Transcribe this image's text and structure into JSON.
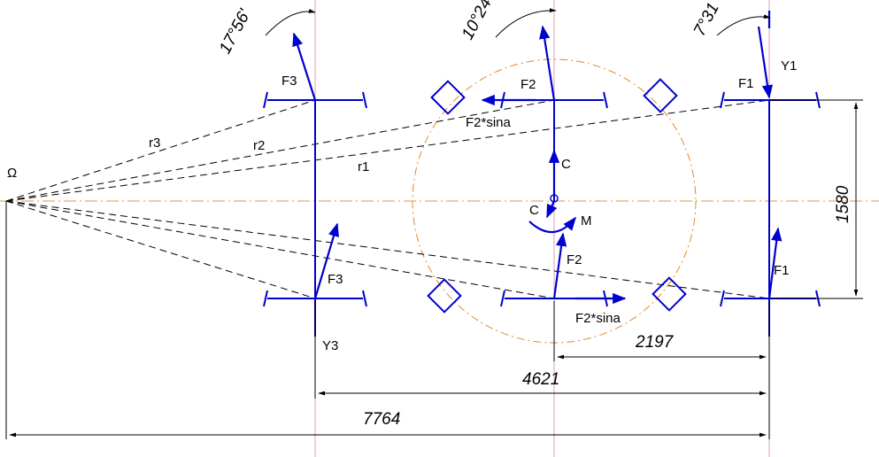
{
  "labels": {
    "omega": "Ω",
    "r1": "r1",
    "r2": "r2",
    "r3": "r3",
    "f1_top": "F1",
    "f1_bottom": "F1",
    "f2_top": "F2",
    "f2_bottom": "F2",
    "f3_top": "F3",
    "f3_bottom": "F3",
    "f2sina_top": "F2*sina",
    "f2sina_bottom": "F2*sina",
    "y1": "Y1",
    "y3": "Y3",
    "c_top": "C",
    "c_center": "C",
    "m": "M"
  },
  "angles": {
    "left": "17°56'",
    "middle": "10°24",
    "right": "7°31"
  },
  "dimensions": {
    "vertical": "1580",
    "d2197": "2197",
    "d4621": "4621",
    "d7764": "7764"
  },
  "colors": {
    "force_lines": "#0000cc",
    "axis": "#d89a40",
    "circle": "#e08a2a"
  }
}
